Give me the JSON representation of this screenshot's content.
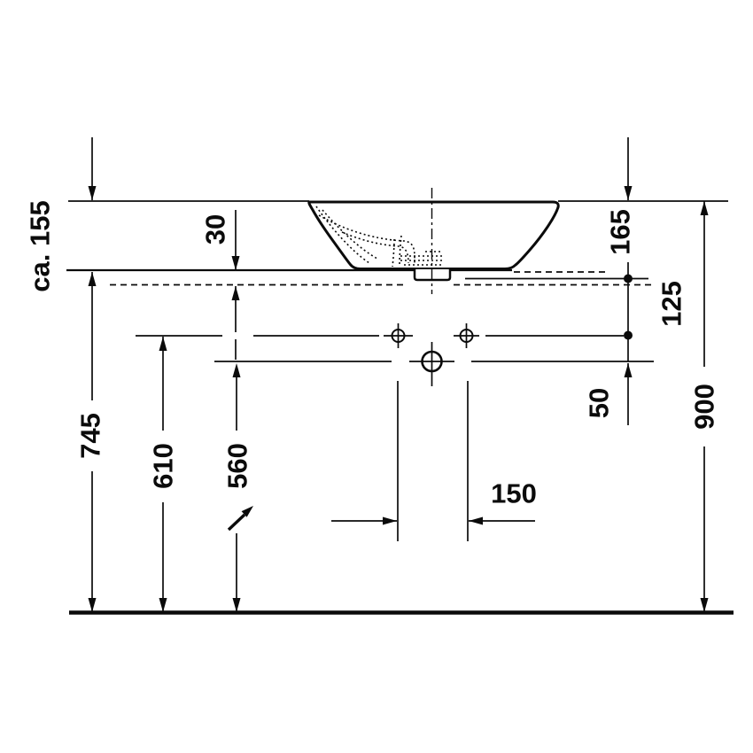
{
  "colors": {
    "line": "#0b0b0b",
    "background": "#ffffff"
  },
  "labels": {
    "ca155": "ca. 155",
    "d30": "30",
    "d165": "165",
    "d125": "125",
    "d50": "50",
    "d150": "150",
    "d745": "745",
    "d610": "610",
    "d560": "560",
    "d900": "900"
  }
}
